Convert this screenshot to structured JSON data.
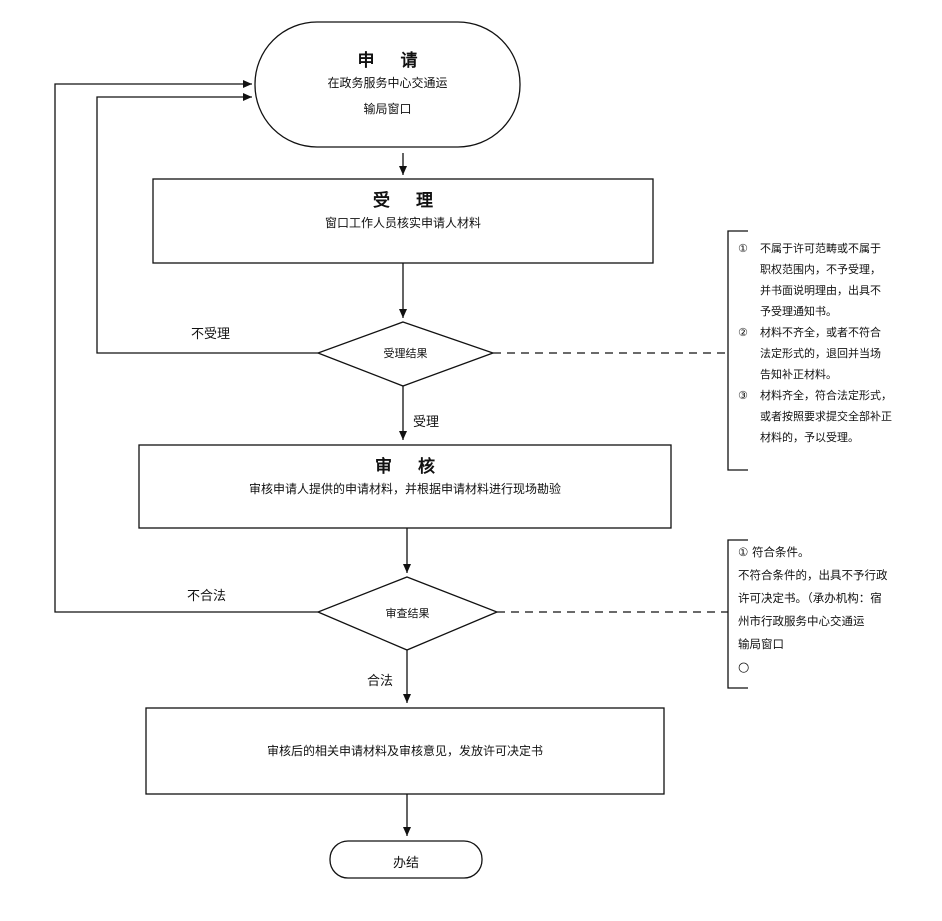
{
  "flow": {
    "start": {
      "title": "申 请",
      "desc_line1": "在政务服务中心交通运",
      "desc_line2": "输局窗口"
    },
    "accept": {
      "title": "受 理",
      "desc": "窗口工作人员核实申请人材料"
    },
    "decision1": {
      "label": "受理结果",
      "no_label": "不受理",
      "yes_label": "受理"
    },
    "review": {
      "title": "审 核",
      "desc": "审核申请人提供的申请材料，并根据申请材料进行现场勘验"
    },
    "decision2": {
      "label": "审查结果",
      "no_label": "不合法",
      "yes_label": "合法"
    },
    "issue": {
      "desc": "审核后的相关申请材料及审核意见，发放许可决定书"
    },
    "end": {
      "label": "办结"
    }
  },
  "notes1": [
    {
      "num": "①",
      "lines": [
        "不属于许可范畴或不属于",
        "职权范围内，不予受理，",
        "并书面说明理由，出具不",
        "予受理通知书。"
      ]
    },
    {
      "num": "②",
      "lines": [
        "材料不齐全，或者不符合",
        "法定形式的，退回并当场",
        "告知补正材料。"
      ]
    },
    {
      "num": "③",
      "lines": [
        "材料齐全，符合法定形式，",
        "或者按照要求提交全部补正",
        "材料的，予以受理。"
      ]
    }
  ],
  "notes2": {
    "line1": "①  符合条件。",
    "line2": "不符合条件的，出具不予行政",
    "line3": "许可决定书。（承办机构：宿",
    "line4": "州市行政服务中心交通运",
    "line5": "输局窗口",
    "circle": "○"
  }
}
